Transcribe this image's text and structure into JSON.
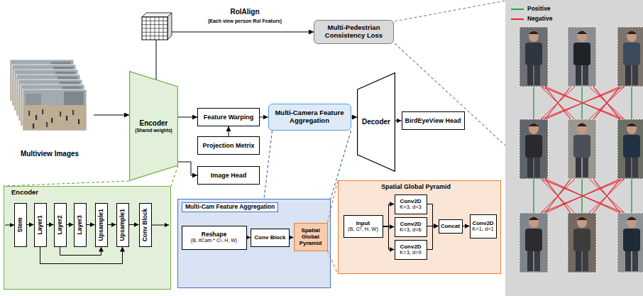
{
  "diagram": {
    "nodes": [
      {
        "text": [
          "Multiview Images"
        ]
      },
      {
        "text": [
          "Encoder",
          "(Shared weights)"
        ]
      },
      {
        "text": [
          "Multi-Pedestrian Consistency Loss"
        ]
      },
      {
        "text": [
          "Feature Warping"
        ]
      },
      {
        "text": [
          "Projection Metrix"
        ]
      },
      {
        "text": [
          "Image Head"
        ]
      },
      {
        "text": [
          "Multi-Camera Feature Aggregation"
        ]
      },
      {
        "text": [
          "Decoder"
        ]
      },
      {
        "text": [
          "BirdEyeView Head"
        ]
      },
      {
        "text": [
          "Encoder"
        ]
      },
      {
        "text": [
          "Stem"
        ],
        "in": 9
      },
      {
        "text": [
          "Layer1"
        ],
        "in": 9
      },
      {
        "text": [
          "Layer2"
        ],
        "in": 9
      },
      {
        "text": [
          "Layer3"
        ],
        "in": 9
      },
      {
        "text": [
          "Upsample1"
        ],
        "in": 9
      },
      {
        "text": [
          "Upsample1"
        ],
        "in": 9
      },
      {
        "text": [
          "Conv Block"
        ],
        "in": 9
      },
      {
        "text": [
          "Multi-Cam Feature Aggregation"
        ]
      },
      {
        "text": [
          "Reshape",
          "(B, #Cam * C², H, W)"
        ],
        "in": 17
      },
      {
        "text": [
          "Conv Block"
        ],
        "in": 17
      },
      {
        "text": [
          "Spatial Global Pyramid"
        ],
        "in": 17
      },
      {
        "text": [
          "Spatial Global Pyramid"
        ]
      },
      {
        "text": [
          "Input",
          "(B, C², H, W)"
        ],
        "in": 21
      },
      {
        "text": [
          "Conv2D",
          "K=3, d=3"
        ],
        "in": 21
      },
      {
        "text": [
          "Conv2D",
          "K=3, d=6"
        ],
        "in": 21
      },
      {
        "text": [
          "Conv2D",
          "K=3, d=9"
        ],
        "in": 21
      },
      {
        "text": [
          "Concat"
        ],
        "in": 21
      },
      {
        "text": [
          "Conv2D",
          "K=1, d=1"
        ],
        "in": 21
      }
    ],
    "edges": [
      {
        "from": 0,
        "to": 1,
        "arrow": "to"
      },
      {
        "from": 1,
        "to": 2,
        "arrow": "to"
      },
      {
        "from": 1,
        "to": 3,
        "arrow": "to"
      },
      {
        "from": 4,
        "to": 3,
        "arrow": "to"
      },
      {
        "from": 1,
        "to": 5,
        "arrow": "to"
      },
      {
        "from": 3,
        "to": 6,
        "arrow": "to"
      },
      {
        "from": 6,
        "to": 7,
        "arrow": "to"
      },
      {
        "from": 7,
        "to": 8,
        "arrow": "to"
      },
      {
        "from": 10,
        "to": 11,
        "arrow": "to"
      },
      {
        "from": 11,
        "to": 12,
        "arrow": "to"
      },
      {
        "from": 12,
        "to": 13,
        "arrow": "to"
      },
      {
        "from": 13,
        "to": 14,
        "arrow": "to"
      },
      {
        "from": 14,
        "to": 15,
        "arrow": "to"
      },
      {
        "from": 15,
        "to": 16,
        "arrow": "to"
      },
      {
        "from": 12,
        "to": 14,
        "arrow": "to"
      },
      {
        "from": 11,
        "to": 15,
        "arrow": "to"
      },
      {
        "from": 18,
        "to": 19,
        "arrow": "to"
      },
      {
        "from": 19,
        "to": 20,
        "arrow": "to"
      },
      {
        "from": 22,
        "to": 23,
        "arrow": "to"
      },
      {
        "from": 22,
        "to": 24,
        "arrow": "to"
      },
      {
        "from": 22,
        "to": 25,
        "arrow": "to"
      },
      {
        "from": 23,
        "to": 26,
        "arrow": "to"
      },
      {
        "from": 24,
        "to": 26,
        "arrow": "to"
      },
      {
        "from": 25,
        "to": 26,
        "arrow": "to"
      },
      {
        "from": 26,
        "to": 27,
        "arrow": "to"
      },
      {
        "from": 1,
        "to": 9,
        "arrow": "none"
      },
      {
        "from": 1,
        "to": 9,
        "arrow": "none"
      },
      {
        "from": 6,
        "to": 17,
        "arrow": "none"
      },
      {
        "from": 6,
        "to": 17,
        "arrow": "none"
      },
      {
        "from": 20,
        "to": 21,
        "arrow": "none"
      },
      {
        "from": 20,
        "to": 21,
        "arrow": "none"
      }
    ],
    "labels": [
      "RoIAlign",
      "(Each view person RoI Feature)"
    ],
    "legend": [
      {
        "text": "Positive",
        "color": "#1fa34a"
      },
      {
        "text": "Negative",
        "color": "#e8262c"
      }
    ]
  }
}
